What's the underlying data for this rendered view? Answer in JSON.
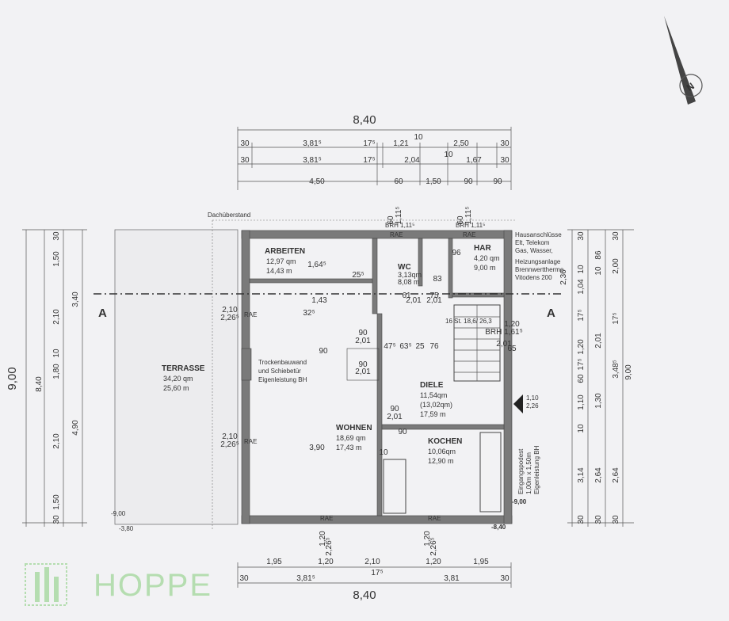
{
  "overall": {
    "width_top": "8,40",
    "width_bottom": "8,40",
    "height_left": "9,00",
    "height_left_inner": "8,40",
    "height_right": "9,00"
  },
  "dims": {
    "top_row1": [
      "30",
      "3,81⁵",
      "17⁵",
      "1,21",
      "10",
      "2,50",
      "30"
    ],
    "top_row2": [
      "30",
      "3,81⁵",
      "17⁵",
      "2,04",
      "10",
      "1,67",
      "30"
    ],
    "top_row3": [
      "4,50",
      "60",
      "1,50",
      "90",
      "90"
    ],
    "top_opening": [
      "60",
      "1,11⁵",
      "60",
      "1,11⁵"
    ],
    "brh": [
      "BRH 1,11⁵",
      "BRH 1,11⁵"
    ],
    "left_inner": [
      "30",
      "1,50",
      "2,10",
      "10",
      "1,80",
      "2,10",
      "1,50",
      "30"
    ],
    "left_mid": [
      "3,40",
      "4,90"
    ],
    "right_col1": [
      "30",
      "10",
      "1,04",
      "17⁵",
      "1,20",
      "17⁵",
      "60",
      "1,10",
      "10",
      "3,14",
      "30"
    ],
    "right_col2": [
      "86",
      "2,01",
      "1,30",
      "2,64",
      "30"
    ],
    "right_col3": [
      "30",
      "2,00",
      "17⁵",
      "3,48⁵",
      "2,64",
      "30"
    ],
    "right_small": [
      "2,36",
      "10"
    ],
    "bottom_row1": [
      "1,95",
      "1,20",
      "2,10",
      "1,20",
      "1,95"
    ],
    "bottom_row2": [
      "30",
      "3,81⁵",
      "17⁵",
      "3,81",
      "30"
    ],
    "bottom_openings": [
      "1,20",
      "2,26⁵",
      "1,20",
      "2,26⁵"
    ],
    "side_openings": [
      "2,10",
      "2,26⁵",
      "2,10",
      "2,26⁵"
    ],
    "interior": {
      "d1": "1,64⁵",
      "d2": "25⁵",
      "d3": "32⁵",
      "d4": "1,43",
      "d5": "83",
      "d6": "96",
      "d7": "47⁵",
      "d8": "63⁵",
      "d9": "25",
      "d10": "76",
      "d11": "3,90",
      "d12": "90",
      "d13": "10",
      "d14": "90",
      "d15": "90",
      "d16": "90",
      "d17": "90",
      "d18": "2,01",
      "d19": "2,01",
      "d20": "2,01",
      "d21": "2,01",
      "d22": "61",
      "d23": "2,01",
      "d24": "75",
      "d25": "2,01",
      "d26": "BRH 1,61⁵",
      "d27": "1,20",
      "d28": "65",
      "stair": "16 St. 18,6/ 26,3"
    }
  },
  "rooms": [
    {
      "name": "ARBEITEN",
      "area1": "12,97 qm",
      "area2": "14,43 m"
    },
    {
      "name": "WC",
      "area1": "3,13qm",
      "area2": "8,08 m"
    },
    {
      "name": "HAR",
      "area1": "4,20 qm",
      "area2": "9,00 m"
    },
    {
      "name": "DIELE",
      "area1": "11,54qm",
      "area2": "(13,02qm)",
      "area3": "17,59 m"
    },
    {
      "name": "WOHNEN",
      "area1": "18,69 qm",
      "area2": "17,43 m"
    },
    {
      "name": "KOCHEN",
      "area1": "10,06qm",
      "area2": "12,90 m"
    },
    {
      "name": "TERRASSE",
      "area1": "34,20 qm",
      "area2": "25,60 m"
    }
  ],
  "notes": {
    "dachueberstand": "Dachüberstand",
    "trockenbau": [
      "Trockenbauwand",
      "und Schiebetür",
      "Eigenleistung BH"
    ],
    "hausanschluss": [
      "Hausanschlüsse",
      "Elt, Telekom",
      "Gas, Wasser,"
    ],
    "heizung": [
      "Heizungsanlage",
      "Brennwerttherme",
      "Vitodens 200"
    ],
    "eingangspodest": [
      "Eingangspodest",
      "1,00m x 1,50m",
      "Eigenleistung BH"
    ],
    "level_right": "-9,00",
    "level_right2": "-8,40",
    "level_left": "-9,00",
    "level_left2": "-3,80",
    "entry_dim": [
      "1,10",
      "2,26"
    ],
    "rae": "RAE"
  },
  "section_mark": "A",
  "north": "N",
  "logo": "HOPPE",
  "colors": {
    "wall": "#7a7a7a",
    "ink": "#333333",
    "logo": "#b5ddb0",
    "paper": "#f2f2f4"
  }
}
